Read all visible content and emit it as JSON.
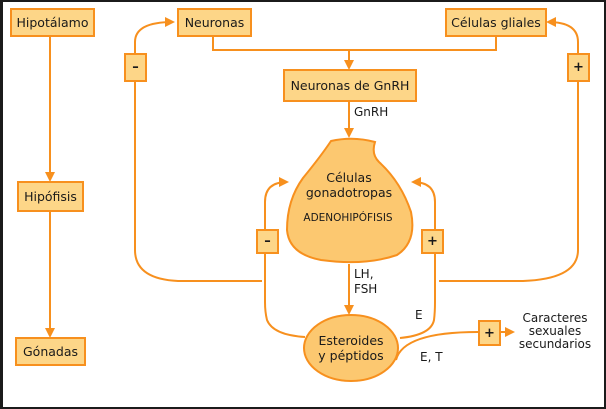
{
  "diagram": {
    "colors": {
      "stroke": "#f7901e",
      "fill": "#fdd688",
      "blob_fill": "#fcc870",
      "frame": "#1b1b1b"
    },
    "left_chain": {
      "hypothalamus": "Hipotálamo",
      "pituitary": "Hipófisis",
      "gonads": "Gónadas"
    },
    "top": {
      "neurons": "Neuronas",
      "glial_cells": "Células gliales",
      "gnrh_neurons": "Neuronas de GnRH",
      "gnrh_label": "GnRH"
    },
    "pituitary_cells": {
      "line1": "Células",
      "line2": "gonadotropas",
      "region": "ADENOHIPÓFISIS"
    },
    "hormones": {
      "line1": "LH,",
      "line2": "FSH"
    },
    "gonad_output": {
      "line1": "Esteroides",
      "line2": "y péptidos"
    },
    "feedback": {
      "outer_left_sign": "–",
      "outer_right_sign": "+",
      "inner_left_sign": "–",
      "inner_right_sign": "+",
      "inner_right_label": "E",
      "secondary_sign": "+",
      "secondary_label": "E, T"
    },
    "secondary_characters": {
      "line1": "Caracteres",
      "line2": "sexuales",
      "line3": "secundarios"
    }
  }
}
